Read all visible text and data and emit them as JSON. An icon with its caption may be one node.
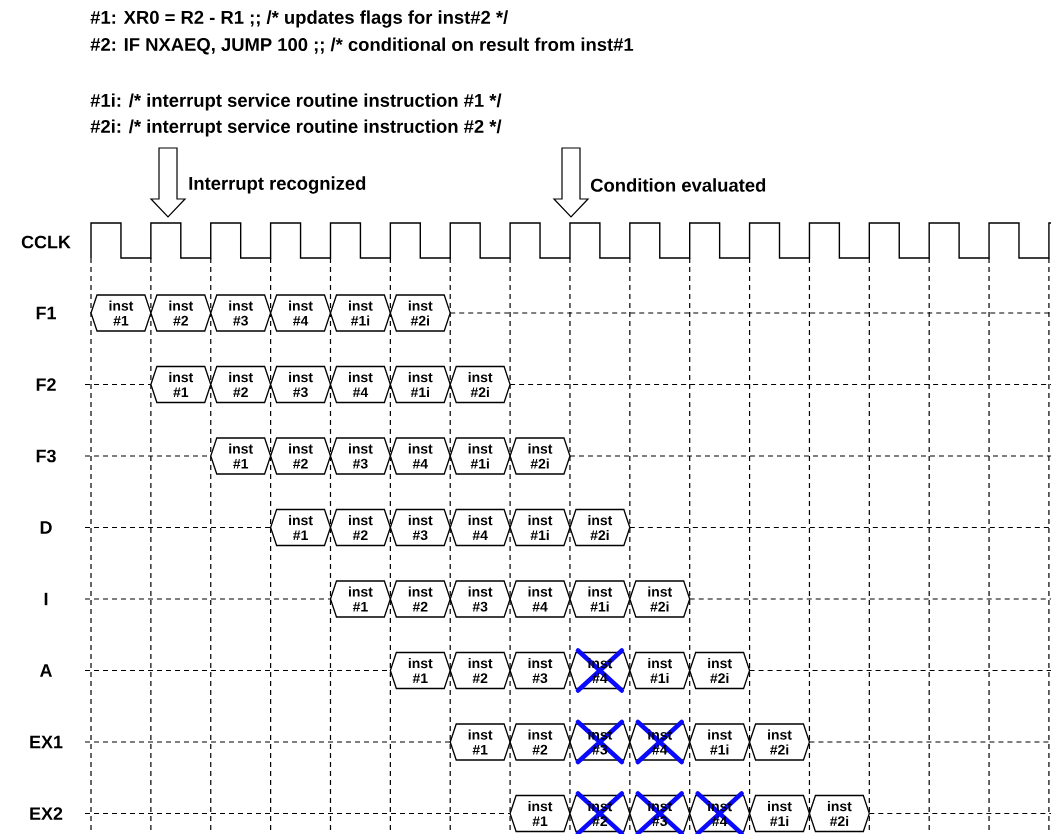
{
  "diagram": {
    "nodes": [
      {
        "text": [
          "inst #1"
        ]
      },
      {
        "text": [
          "inst #2"
        ]
      },
      {
        "text": [
          "inst #3"
        ]
      },
      {
        "text": [
          "inst #4"
        ]
      },
      {
        "text": [
          "inst #1i"
        ]
      },
      {
        "text": [
          "inst #2i"
        ]
      },
      {
        "text": [
          "inst #1"
        ]
      },
      {
        "text": [
          "inst #2"
        ]
      },
      {
        "text": [
          "inst #3"
        ]
      },
      {
        "text": [
          "inst #4"
        ]
      },
      {
        "text": [
          "inst #1i"
        ]
      },
      {
        "text": [
          "inst #2i"
        ]
      },
      {
        "text": [
          "inst #1"
        ]
      },
      {
        "text": [
          "inst #2"
        ]
      },
      {
        "text": [
          "inst #3"
        ]
      },
      {
        "text": [
          "inst #4"
        ]
      },
      {
        "text": [
          "inst #1i"
        ]
      },
      {
        "text": [
          "inst #2i"
        ]
      },
      {
        "text": [
          "inst #1"
        ]
      },
      {
        "text": [
          "inst #2"
        ]
      },
      {
        "text": [
          "inst #3"
        ]
      },
      {
        "text": [
          "inst #4"
        ]
      },
      {
        "text": [
          "inst #1i"
        ]
      },
      {
        "text": [
          "inst #2i"
        ]
      },
      {
        "text": [
          "inst #1"
        ]
      },
      {
        "text": [
          "inst #2"
        ]
      },
      {
        "text": [
          "inst #3"
        ]
      },
      {
        "text": [
          "inst #4"
        ]
      },
      {
        "text": [
          "inst #1i"
        ]
      },
      {
        "text": [
          "inst #2i"
        ]
      },
      {
        "text": [
          "inst #1"
        ]
      },
      {
        "text": [
          "inst #2"
        ]
      },
      {
        "text": [
          "inst #3"
        ]
      },
      {
        "text": [
          "inst #4"
        ]
      },
      {
        "text": [
          "inst #1i"
        ]
      },
      {
        "text": [
          "inst #2i"
        ]
      },
      {
        "text": [
          "inst #1"
        ]
      },
      {
        "text": [
          "inst #2"
        ]
      },
      {
        "text": [
          "inst #3"
        ]
      },
      {
        "text": [
          "inst #4"
        ]
      },
      {
        "text": [
          "inst #1i"
        ]
      },
      {
        "text": [
          "inst #2i"
        ]
      },
      {
        "text": [
          "inst #1"
        ]
      },
      {
        "text": [
          "inst #2"
        ]
      },
      {
        "text": [
          "inst #3"
        ]
      },
      {
        "text": [
          "inst #4"
        ]
      },
      {
        "text": [
          "inst #1i"
        ]
      },
      {
        "text": [
          "inst #2i"
        ]
      }
    ],
    "labels": [
      "#1: XR0 = R2 - R1 ;; /* updates flags for inst#2 */",
      "#2: IF NXAEQ, JUMP 100 ;; /* conditional on result from inst#1",
      "#1i: /* interrupt service routine instruction #1 */",
      "#2i: /* interrupt service routine instruction #2 */",
      "Interrupt recognized",
      "Condition evaluated",
      "CCLK",
      "F1",
      "F2",
      "F3",
      "D",
      "I",
      "A",
      "EX1",
      "EX2"
    ]
  }
}
